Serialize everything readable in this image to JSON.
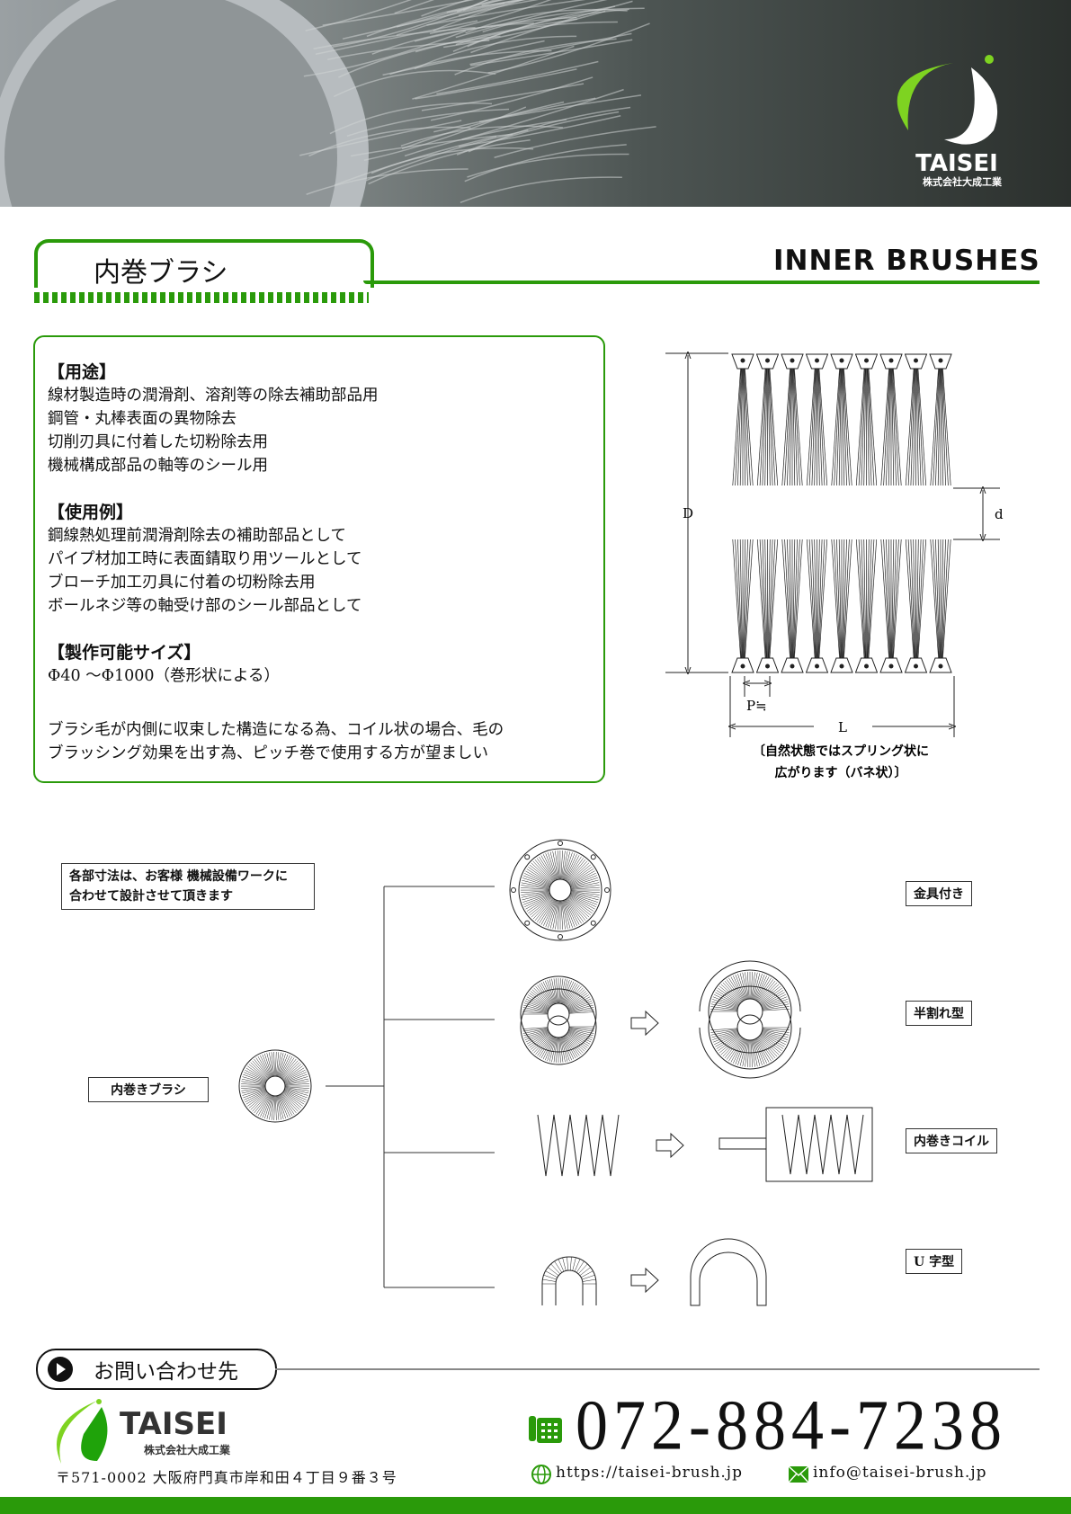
{
  "header": {
    "logo_text": "TAISEI",
    "logo_sub": "株式会社大成工業",
    "brand_green": "#2a9a0a"
  },
  "title": {
    "jp": "内巻ブラシ",
    "en": "INNER BRUSHES"
  },
  "info": {
    "uses_heading": "【用途】",
    "uses": [
      "線材製造時の潤滑剤、溶剤等の除去補助部品用",
      "鋼管・丸棒表面の異物除去",
      "切削刃具に付着した切粉除去用",
      "機械構成部品の軸等のシール用"
    ],
    "examples_heading": "【使用例】",
    "examples": [
      "鋼線熱処理前潤滑剤除去の補助部品として",
      "パイプ材加工時に表面錆取り用ツールとして",
      "ブローチ加工刃具に付着の切粉除去用",
      "ボールネジ等の軸受け部のシール部品として"
    ],
    "size_heading": "【製作可能サイズ】",
    "size": "Φ40 ～Φ1000（巻形状による）",
    "note": [
      "ブラシ毛が内側に収束した構造になる為、コイル状の場合、毛の",
      "ブラッシング効果を出す為、ピッチ巻で使用する方が望ましい"
    ]
  },
  "dimension_diagram": {
    "D": "D",
    "d": "d",
    "P": "P≒",
    "L": "L",
    "caption": [
      "〔自然状態ではスプリング状に",
      "広がります（バネ状）〕"
    ]
  },
  "flow": {
    "note": [
      "各部寸法は、お客様 機械設備ワークに",
      "合わせて設計させて頂きます"
    ],
    "source": "内巻きブラシ",
    "types": [
      "金具付き",
      "半割れ型",
      "内巻きコイル",
      "U 字型"
    ]
  },
  "contact": {
    "heading": "お問い合わせ先",
    "logo_text": "TAISEI",
    "logo_sub": "株式会社大成工業",
    "address": "〒571-0002 大阪府門真市岸和田４丁目９番３号",
    "phone": "072-884-7238",
    "url": "https://taisei-brush.jp",
    "email": "info@taisei-brush.jp"
  }
}
